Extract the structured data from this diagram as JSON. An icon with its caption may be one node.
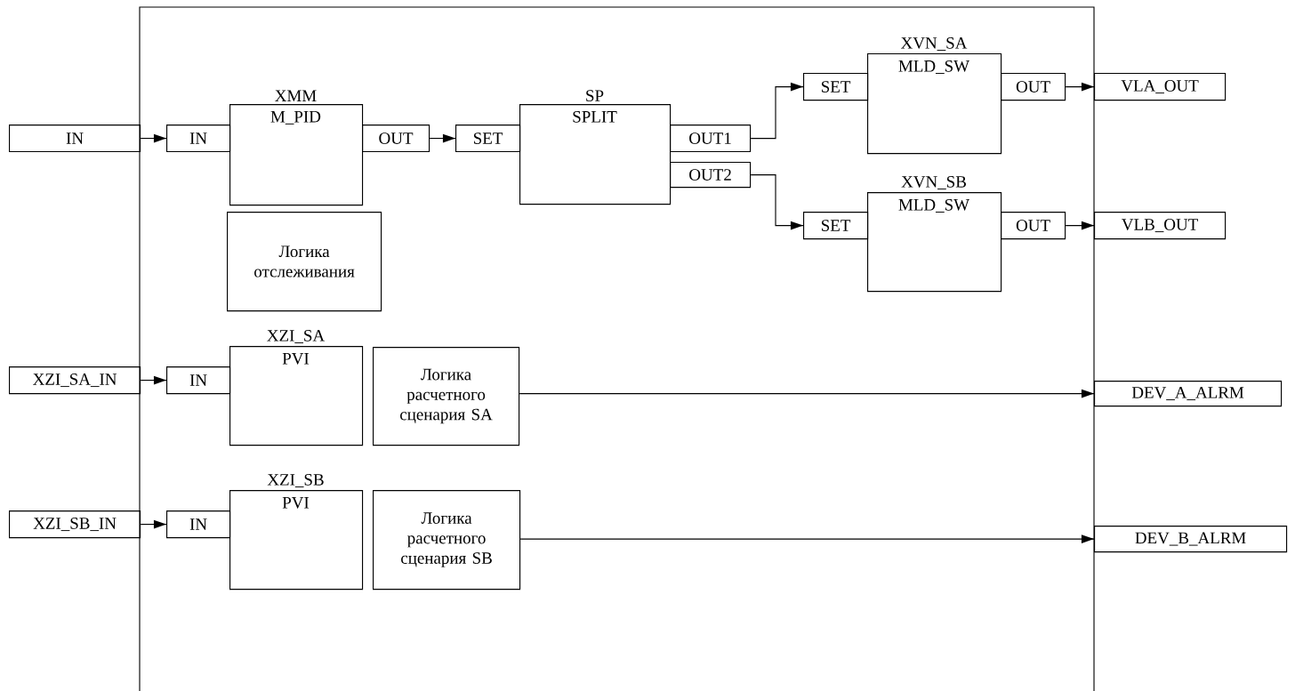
{
  "diagram": {
    "nodes": [
      {
        "text": [],
        "shape": "box"
      },
      {
        "text": [
          "IN"
        ]
      },
      {
        "text": [
          "XMM",
          "M_PID"
        ],
        "in": 0
      },
      {
        "text": [
          "IN"
        ],
        "in": 0
      },
      {
        "text": [
          "OUT"
        ],
        "in": 0
      },
      {
        "text": [
          "SP",
          "SPLIT"
        ],
        "in": 0
      },
      {
        "text": [
          "SET"
        ],
        "in": 0
      },
      {
        "text": [
          "OUT1"
        ],
        "in": 0
      },
      {
        "text": [
          "OUT2"
        ],
        "in": 0
      },
      {
        "text": [
          "XVN_SA",
          "MLD_SW"
        ],
        "in": 0
      },
      {
        "text": [
          "SET"
        ],
        "in": 0
      },
      {
        "text": [
          "OUT"
        ],
        "in": 0
      },
      {
        "text": [
          "XVN_SB",
          "MLD_SW"
        ],
        "in": 0
      },
      {
        "text": [
          "SET"
        ],
        "in": 0
      },
      {
        "text": [
          "OUT"
        ],
        "in": 0
      },
      {
        "text": [
          "VLA_OUT"
        ]
      },
      {
        "text": [
          "VLB_OUT"
        ]
      },
      {
        "text": [
          "Логика отслеживания"
        ],
        "in": 0
      },
      {
        "text": [
          "XZI_SA",
          "PVI"
        ],
        "in": 0
      },
      {
        "text": [
          "IN"
        ],
        "in": 0
      },
      {
        "text": [
          "Логика расчетного сценария SA"
        ],
        "in": 0
      },
      {
        "text": [
          "XZI_SA_IN"
        ]
      },
      {
        "text": [
          "DEV_A_ALRM"
        ]
      },
      {
        "text": [
          "XZI_SB",
          "PVI"
        ],
        "in": 0
      },
      {
        "text": [
          "IN"
        ],
        "in": 0
      },
      {
        "text": [
          "Логика расчетного сценария SB"
        ],
        "in": 0
      },
      {
        "text": [
          "XZI_SB_IN"
        ]
      },
      {
        "text": [
          "DEV_B_ALRM"
        ]
      }
    ],
    "edges": [
      {
        "from": 1,
        "to": 3,
        "arrow": "to"
      },
      {
        "from": 4,
        "to": 6,
        "arrow": "to"
      },
      {
        "from": 7,
        "to": 10,
        "arrow": "to"
      },
      {
        "from": 8,
        "to": 13,
        "arrow": "to"
      },
      {
        "from": 11,
        "to": 15,
        "arrow": "to"
      },
      {
        "from": 14,
        "to": 16,
        "arrow": "to"
      },
      {
        "from": 21,
        "to": 19,
        "arrow": "to"
      },
      {
        "from": 26,
        "to": 24,
        "arrow": "to"
      },
      {
        "from": 20,
        "to": 22,
        "arrow": "to"
      },
      {
        "from": 25,
        "to": 27,
        "arrow": "to"
      }
    ]
  }
}
